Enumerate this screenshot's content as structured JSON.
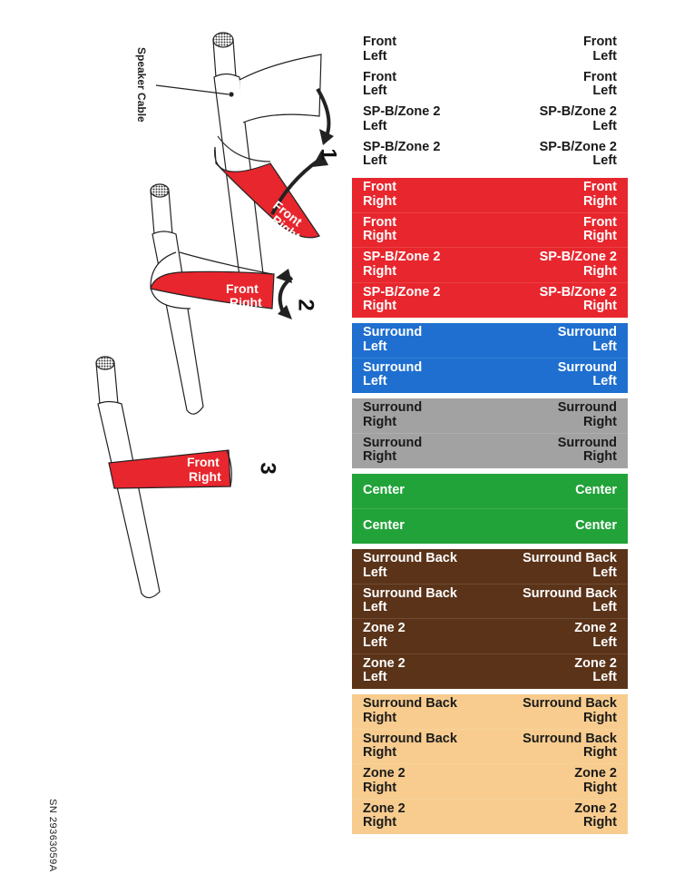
{
  "illustration": {
    "cable_label": "Speaker Cable",
    "steps": [
      "1",
      "2",
      "3"
    ],
    "tag_text": "Front\nRight",
    "tag_color": "#e8262d",
    "serial": "SN 29363059A"
  },
  "bands": [
    {
      "id": "front-left",
      "bg": "#ffffff",
      "fg": "#1a1a1a",
      "single": false,
      "labels": [
        {
          "left": "Front\nLeft",
          "right": "Front\nLeft"
        },
        {
          "left": "Front\nLeft",
          "right": "Front\nLeft"
        },
        {
          "left": "SP-B/Zone 2\nLeft",
          "right": "SP-B/Zone 2\nLeft"
        },
        {
          "left": "SP-B/Zone 2\nLeft",
          "right": "SP-B/Zone 2\nLeft"
        }
      ]
    },
    {
      "id": "front-right",
      "bg": "#e8262d",
      "fg": "#ffffff",
      "single": false,
      "labels": [
        {
          "left": "Front\nRight",
          "right": "Front\nRight"
        },
        {
          "left": "Front\nRight",
          "right": "Front\nRight"
        },
        {
          "left": "SP-B/Zone 2\nRight",
          "right": "SP-B/Zone 2\nRight"
        },
        {
          "left": "SP-B/Zone 2\nRight",
          "right": "SP-B/Zone 2\nRight"
        }
      ]
    },
    {
      "id": "surround-left",
      "bg": "#1e6fd0",
      "fg": "#ffffff",
      "single": false,
      "labels": [
        {
          "left": "Surround\nLeft",
          "right": "Surround\nLeft"
        },
        {
          "left": "Surround\nLeft",
          "right": "Surround\nLeft"
        }
      ]
    },
    {
      "id": "surround-right",
      "bg": "#a2a2a2",
      "fg": "#1a1a1a",
      "single": false,
      "labels": [
        {
          "left": "Surround\nRight",
          "right": "Surround\nRight"
        },
        {
          "left": "Surround\nRight",
          "right": "Surround\nRight"
        }
      ]
    },
    {
      "id": "center",
      "bg": "#22a33a",
      "fg": "#ffffff",
      "single": true,
      "labels": [
        {
          "left": "Center",
          "right": "Center"
        },
        {
          "left": "Center",
          "right": "Center"
        }
      ]
    },
    {
      "id": "surround-back-left",
      "bg": "#5a3319",
      "fg": "#ffffff",
      "single": false,
      "labels": [
        {
          "left": "Surround Back\nLeft",
          "right": "Surround Back\nLeft"
        },
        {
          "left": "Surround Back\nLeft",
          "right": "Surround Back\nLeft"
        },
        {
          "left": "Zone 2\nLeft",
          "right": "Zone 2\nLeft"
        },
        {
          "left": "Zone 2\nLeft",
          "right": "Zone 2\nLeft"
        }
      ]
    },
    {
      "id": "surround-back-right",
      "bg": "#f7cc8e",
      "fg": "#1a1a1a",
      "single": false,
      "labels": [
        {
          "left": "Surround Back\nRight",
          "right": "Surround Back\nRight"
        },
        {
          "left": "Surround Back\nRight",
          "right": "Surround Back\nRight"
        },
        {
          "left": "Zone 2\nRight",
          "right": "Zone 2\nRight"
        },
        {
          "left": "Zone 2\nRight",
          "right": "Zone 2\nRight"
        }
      ]
    }
  ]
}
